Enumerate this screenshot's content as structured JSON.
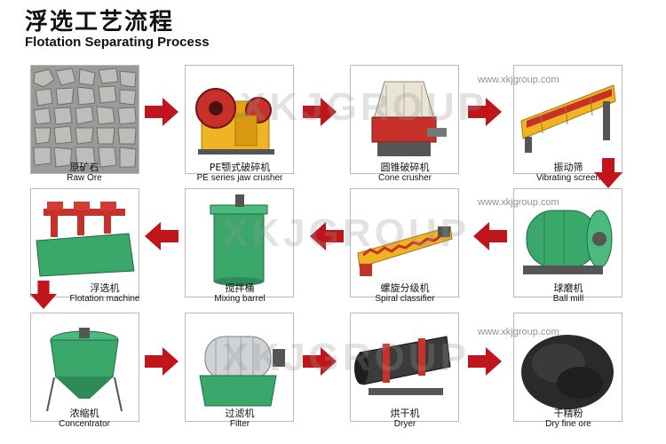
{
  "title_cn": "浮选工艺流程",
  "title_en": "Flotation Separating Process",
  "watermark_text": "XKJGROUP",
  "watermark_url": "www.xkjgroup.com",
  "colors": {
    "arrow": "#c0151b",
    "machine_green": "#3aa86b",
    "machine_orange": "#e8a21a",
    "machine_red": "#c8312a"
  },
  "steps": [
    {
      "cn": "原矿石",
      "en": "Raw Ore",
      "icon": "raw-ore-icon"
    },
    {
      "cn": "PE颚式破碎机",
      "en": "PE series jaw crusher",
      "icon": "jaw-crusher-icon"
    },
    {
      "cn": "圆锥破碎机",
      "en": "Cone crusher",
      "icon": "cone-crusher-icon"
    },
    {
      "cn": "振动筛",
      "en": "Vibrating screen",
      "icon": "vibrating-screen-icon"
    },
    {
      "cn": "球磨机",
      "en": "Ball mill",
      "icon": "ball-mill-icon"
    },
    {
      "cn": "螺旋分级机",
      "en": "Spiral classifier",
      "icon": "spiral-classifier-icon"
    },
    {
      "cn": "搅拌桶",
      "en": "Mixing barrel",
      "icon": "mixing-barrel-icon"
    },
    {
      "cn": "浮选机",
      "en": "Flotation machine",
      "icon": "flotation-machine-icon"
    },
    {
      "cn": "浓缩机",
      "en": "Concentrator",
      "icon": "concentrator-icon"
    },
    {
      "cn": "过滤机",
      "en": "Filter",
      "icon": "filter-icon"
    },
    {
      "cn": "烘干机",
      "en": "Dryer",
      "icon": "dryer-icon"
    },
    {
      "cn": "干精粉",
      "en": "Dry fine ore",
      "icon": "dry-fine-ore-icon"
    }
  ]
}
